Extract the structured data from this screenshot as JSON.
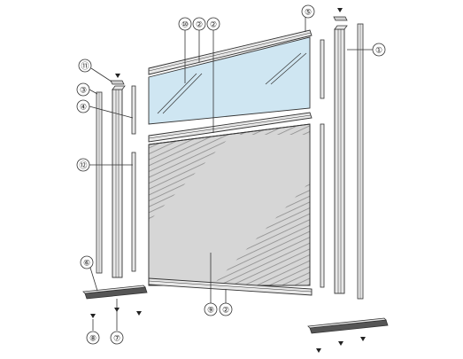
{
  "callouts": {
    "c1": "①",
    "c2a": "②",
    "c2b": "②",
    "c2c": "②",
    "c3": "③",
    "c4": "④",
    "c5": "⑤",
    "c6": "⑥",
    "c7": "⑦",
    "c8": "⑧",
    "c9": "⑨",
    "c10": "⑩",
    "c11": "⑪",
    "c12": "⑫"
  },
  "colors": {
    "line": "#333333",
    "glass": "#cfe6f2",
    "panel_fill": "#d6d6d6",
    "stripe": "#8c8c8c",
    "metal": "#e8e8e8",
    "dark_rail": "#555555"
  }
}
